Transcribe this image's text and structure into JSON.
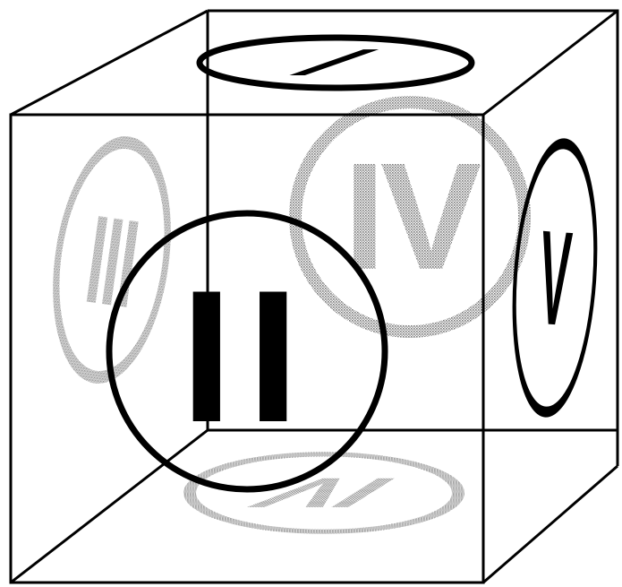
{
  "diagram": {
    "faces": [
      {
        "id": "top",
        "numeral": "I",
        "visibility": "front"
      },
      {
        "id": "front",
        "numeral": "II",
        "visibility": "front"
      },
      {
        "id": "left",
        "numeral": "III",
        "visibility": "hidden"
      },
      {
        "id": "back",
        "numeral": "IV",
        "visibility": "hidden"
      },
      {
        "id": "right",
        "numeral": "V",
        "visibility": "front"
      },
      {
        "id": "bottom",
        "numeral": "VI",
        "visibility": "hidden"
      }
    ],
    "colors": {
      "line": "#000000",
      "hidden": "#9a9a9a",
      "hidden_light": "#c8c8c8",
      "background": "#ffffff"
    }
  }
}
